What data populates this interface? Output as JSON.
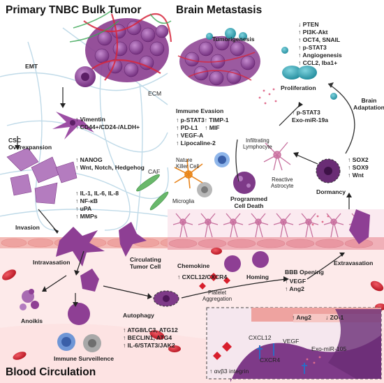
{
  "titles": {
    "primary": "Primary TNBC Bulk Tumor",
    "brain": "Brain Metastasis",
    "blood": "Blood Circulation"
  },
  "left_labels": {
    "emt": "EMT",
    "ecm": "ECM",
    "emt_markers": [
      "↑ Vimentin",
      "↑ CD44+/CD24-/ALDH+"
    ],
    "csc": "CSC\nOverexpansion",
    "csc_markers": [
      "↑ NANOG",
      "↑ Wnt, Notch, Hedgehog"
    ],
    "caf": "CAF",
    "invasion_markers": [
      "↑ IL-1, IL-6, IL-8",
      "↑ NF-κB",
      "↑ uPA",
      "↑ MMPs"
    ],
    "invasion": "Invasion",
    "intravasation": "Intravasation",
    "ctc": "Circulating\nTumor Cell",
    "anoikis": "Anoikis",
    "immune_surveillance": "Immune Surveillence",
    "autophagy": "Autophagy",
    "autophagy_markers": [
      "↑ ATG8/LC3, ATG12",
      "↑ BECLIN1, ATG4",
      "↑ IL-6/STAT3/JAK2"
    ]
  },
  "right_labels": {
    "tumorigenesis": "Tumorigenesis",
    "top_markers": [
      "↓ PTEN",
      "↑ PI3K-Akt",
      "↑ OCT4, SNAIL",
      "↑ p-STAT3",
      "↑ Angiogenesis",
      "↑ CCL2, Iba1+"
    ],
    "proliferation": "Proliferation",
    "brain_adaptation": "Brain\nAdaptation",
    "immune_evasion": "Immune Evasion",
    "immune_markers": [
      "↑ p-STAT3↑ TIMP-1",
      "↑ PD-L1    ↑ MIF",
      "↑ VEGF-A",
      "↑ Lipocaline-2"
    ],
    "infiltrating": "Infiltrating\nLymphocyte",
    "astro_markers": [
      "↑ p-STAT3",
      "Exo-miR-19a"
    ],
    "nk": "Nature\nKiller Cell",
    "reactive": "Reactive\nAstrocyte",
    "dormancy_markers": [
      "↑ SOX2",
      "↑ SOX9",
      "↑ Wnt"
    ],
    "microglia": "Microglia",
    "pcd": "Programmed\nCell Death",
    "dormancy": "Dormancy",
    "chemokine": "Chemokine",
    "chemokine_marker": "↑ CXCL12/CXCR4",
    "homing": "Homing",
    "extravasation": "Extravasation",
    "bbb": "BBB Opening",
    "bbb_markers": [
      "↑ VEGF",
      "↑ Ang2"
    ],
    "platelet": "Platelet\nAggregation",
    "ang2": "↑ Ang2",
    "zo1": "↓ ZO-1",
    "cxcl12": "CXCL12",
    "vegf": "VEGF",
    "exo105": "Exo-miR-105",
    "cxcr4": "CXCR4",
    "integrin": "↑ αvβ3 integrin"
  },
  "colors": {
    "tumor": "#8e3f94",
    "tumor_light": "#b47cbf",
    "vessel": "#f2b8b8",
    "vessel_wall": "#e58c8c",
    "blood_bg": "#fde9e9",
    "rbc": "#d81e2c",
    "astrocyte": "#c7709e",
    "teal": "#2fa7b8"
  }
}
